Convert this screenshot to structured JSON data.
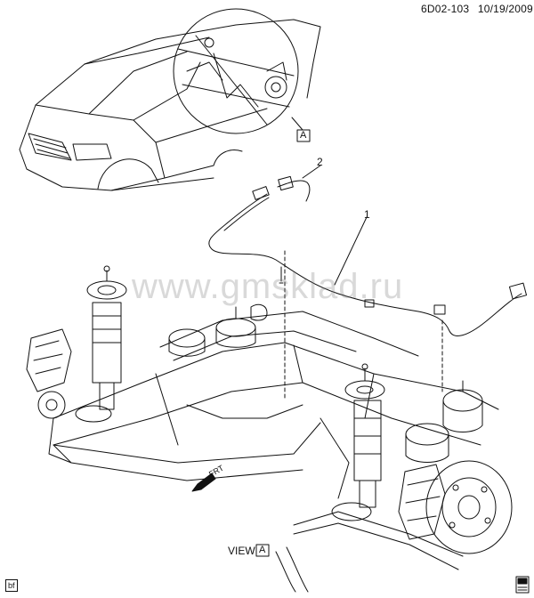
{
  "header": {
    "diagram_id": "6D02-103",
    "date": "10/19/2009"
  },
  "callouts": {
    "item1": "1",
    "item2": "2"
  },
  "view_marker": {
    "detail_box_label": "A",
    "view_label": "VIEW",
    "view_box_label": "A"
  },
  "direction": {
    "label": "FRT"
  },
  "watermark": "www.gmsklad.ru",
  "footer": {
    "left_tag": "bf"
  }
}
